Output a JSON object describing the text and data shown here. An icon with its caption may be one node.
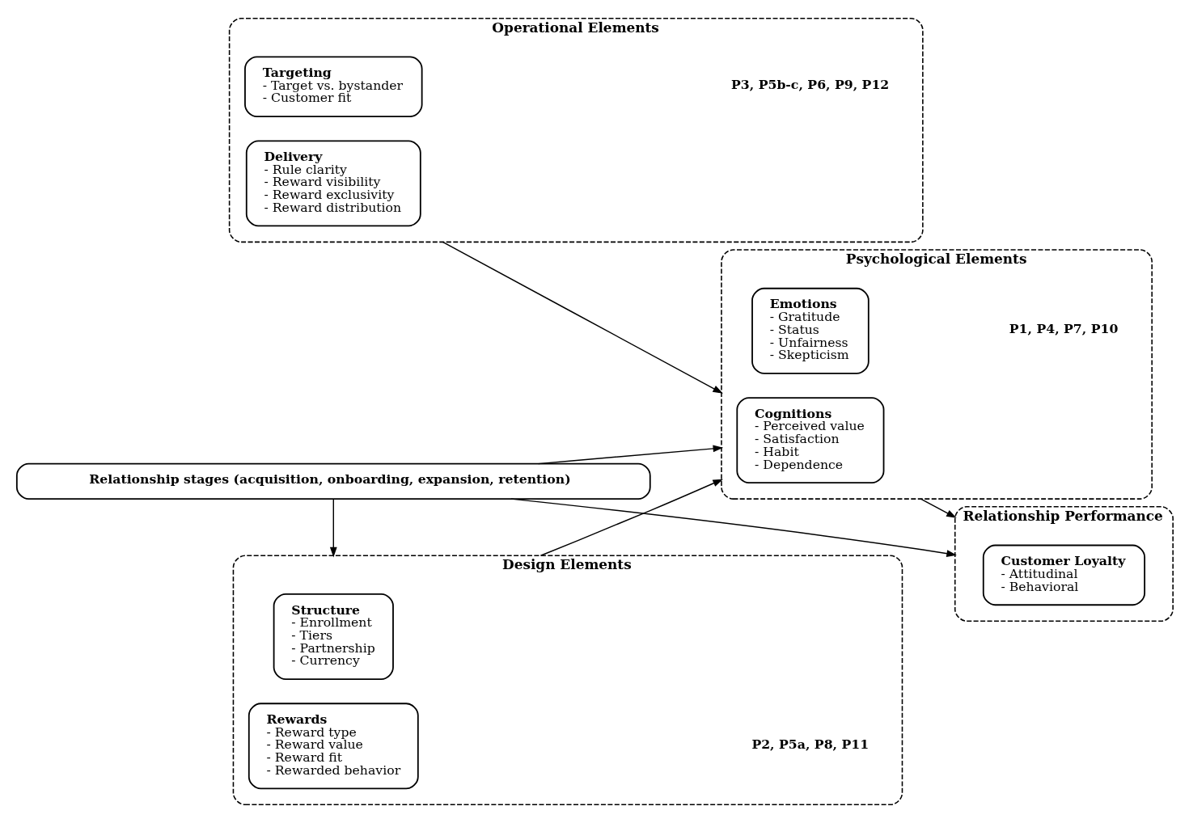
{
  "diagram": {
    "nodes": [
      {
        "text": [
          "Operational Elements",
          "P3, P5b-c, P6, P9, P12"
        ]
      },
      {
        "text": [
          "Delivery",
          "- Rule clarity",
          "- Reward visibility",
          "- Reward exclusivity",
          "- Reward distribution"
        ],
        "in": 0
      },
      {
        "text": [
          "Targeting",
          "- Target vs. bystander",
          "- Customer fit"
        ],
        "in": 0
      },
      {
        "text": [
          "Design Elements",
          "P2, P5a, P8, P11"
        ]
      },
      {
        "text": [
          "Structure",
          "- Enrollment",
          "- Tiers",
          "- Partnership",
          "- Currency"
        ],
        "in": 3
      },
      {
        "text": [
          "Rewards",
          "- Reward type",
          "- Reward value",
          "- Reward fit",
          "- Rewarded behavior"
        ],
        "in": 3
      },
      {
        "text": [
          "Psychological Elements",
          "P1, P4, P7, P10"
        ]
      },
      {
        "text": [
          "Cognitions",
          "- Perceived value",
          "- Satisfaction",
          "- Habit",
          "- Dependence"
        ],
        "in": 6
      },
      {
        "text": [
          "Emotions",
          "- Gratitude",
          "- Status",
          "- Unfairness",
          "- Skepticism"
        ],
        "in": 6
      },
      {
        "text": [
          "Relationship Performance"
        ]
      },
      {
        "text": [
          "Customer Loyalty",
          "- Attitudinal",
          "- Behavioral"
        ],
        "in": 9
      },
      {
        "text": [
          "Relationship stages (acquisition, onboarding, expansion, retention)"
        ]
      }
    ],
    "edges": [
      {
        "from": 0,
        "to": 6,
        "arrow": "to"
      },
      {
        "from": 3,
        "to": 6,
        "arrow": "to"
      },
      {
        "from": 6,
        "to": 9,
        "arrow": "to"
      },
      {
        "from": 11,
        "to": 3,
        "arrow": "to"
      },
      {
        "from": 11,
        "to": 6,
        "arrow": "to"
      },
      {
        "from": 11,
        "to": 9,
        "arrow": "to"
      }
    ]
  }
}
